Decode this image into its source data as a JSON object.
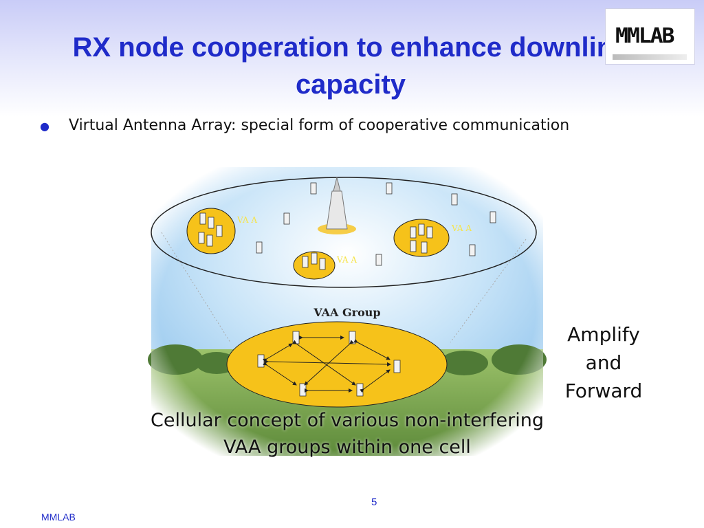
{
  "slide": {
    "title": "RX node cooperation to enhance downlink capacity",
    "bullet": "Virtual Antenna Array: special form of cooperative communication",
    "side_note": [
      "Amplify",
      "and",
      "Forward"
    ],
    "caption": [
      "Cellular concept of various non-interfering",
      "VAA groups within one cell"
    ],
    "page_number": "5",
    "footer": "MMLAB",
    "logo_text": "MMLAB"
  },
  "figure": {
    "group_label": "VAA Group",
    "vaa_labels": [
      "VA A",
      "VA A",
      "VA A"
    ]
  },
  "colors": {
    "title": "#1f2bc9",
    "ellipse_fill": "#f6c21a",
    "sky": "#a9d3f2",
    "grass": "#7da856"
  }
}
